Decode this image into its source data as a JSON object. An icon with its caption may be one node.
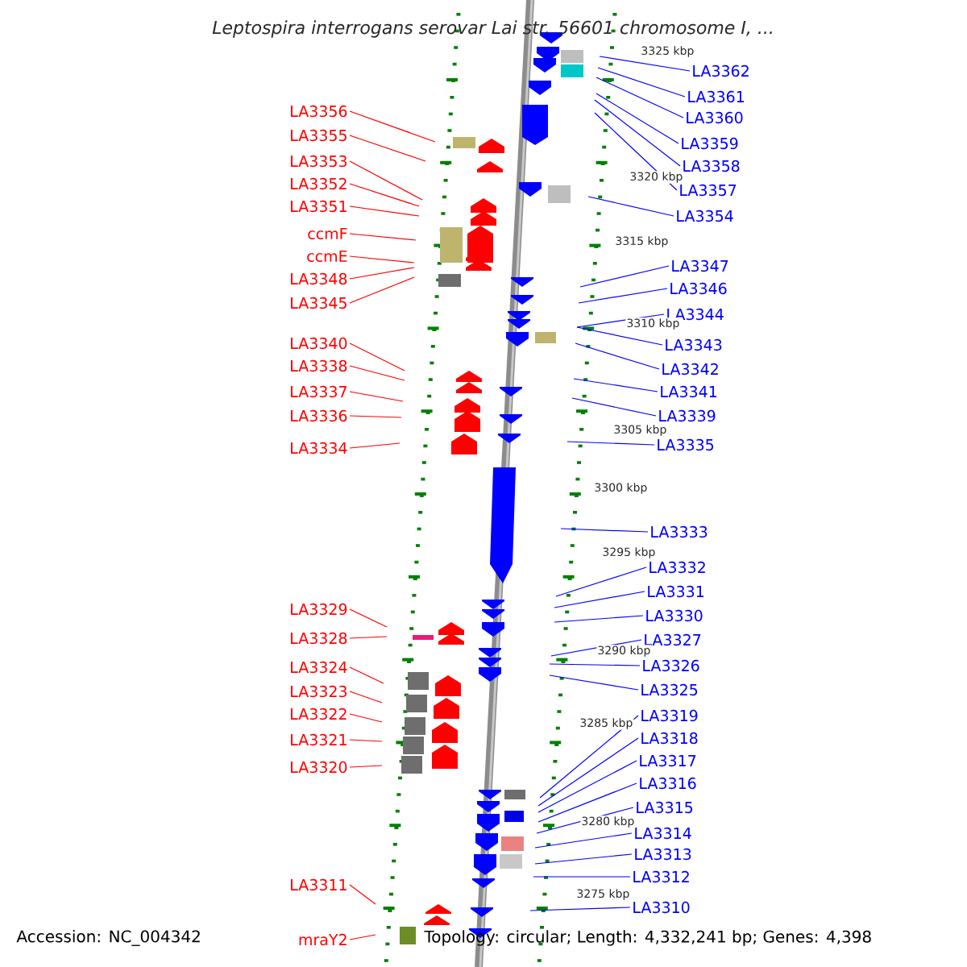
{
  "diagram": {
    "title": "Leptospira interrogans serovar Lai str. 56601 chromosome I, ...",
    "nodes": [
      {
        "text": [
          "LA3356"
        ]
      },
      {
        "text": [
          "LA3355"
        ]
      },
      {
        "text": [
          "LA3353"
        ]
      },
      {
        "text": [
          "LA3352"
        ]
      },
      {
        "text": [
          "LA3351"
        ]
      },
      {
        "text": [
          "ccmF"
        ]
      },
      {
        "text": [
          "ccmE"
        ]
      },
      {
        "text": [
          "LA3348"
        ]
      },
      {
        "text": [
          "LA3345"
        ]
      },
      {
        "text": [
          "LA3340"
        ]
      },
      {
        "text": [
          "LA3338"
        ]
      },
      {
        "text": [
          "LA3337"
        ]
      },
      {
        "text": [
          "LA3336"
        ]
      },
      {
        "text": [
          "LA3334"
        ]
      },
      {
        "text": [
          "LA3329"
        ]
      },
      {
        "text": [
          "LA3328"
        ]
      },
      {
        "text": [
          "LA3324"
        ]
      },
      {
        "text": [
          "LA3323"
        ]
      },
      {
        "text": [
          "LA3322"
        ]
      },
      {
        "text": [
          "LA3321"
        ]
      },
      {
        "text": [
          "LA3320"
        ]
      },
      {
        "text": [
          "LA3311"
        ]
      },
      {
        "text": [
          "mraY2"
        ]
      },
      {
        "text": [
          "LA3362"
        ]
      },
      {
        "text": [
          "LA3361"
        ]
      },
      {
        "text": [
          "LA3360"
        ]
      },
      {
        "text": [
          "LA3359"
        ]
      },
      {
        "text": [
          "LA3358"
        ]
      },
      {
        "text": [
          "LA3357"
        ]
      },
      {
        "text": [
          "LA3354"
        ]
      },
      {
        "text": [
          "LA3347"
        ]
      },
      {
        "text": [
          "LA3346"
        ]
      },
      {
        "text": [
          "LA3344"
        ]
      },
      {
        "text": [
          "LA3343"
        ]
      },
      {
        "text": [
          "LA3342"
        ]
      },
      {
        "text": [
          "LA3341"
        ]
      },
      {
        "text": [
          "LA3339"
        ]
      },
      {
        "text": [
          "LA3335"
        ]
      },
      {
        "text": [
          "LA3333"
        ]
      },
      {
        "text": [
          "LA3332"
        ]
      },
      {
        "text": [
          "LA3331"
        ]
      },
      {
        "text": [
          "LA3330"
        ]
      },
      {
        "text": [
          "LA3327"
        ]
      },
      {
        "text": [
          "LA3326"
        ]
      },
      {
        "text": [
          "LA3325"
        ]
      },
      {
        "text": [
          "LA3319"
        ]
      },
      {
        "text": [
          "LA3318"
        ]
      },
      {
        "text": [
          "LA3317"
        ]
      },
      {
        "text": [
          "LA3316"
        ]
      },
      {
        "text": [
          "LA3315"
        ]
      },
      {
        "text": [
          "LA3314"
        ]
      },
      {
        "text": [
          "LA3313"
        ]
      },
      {
        "text": [
          "LA3312"
        ]
      },
      {
        "text": [
          "LA3310"
        ]
      }
    ],
    "edges": [
      {
        "from": 0,
        "to": null,
        "arrow": "none",
        "color": "#ff0000"
      },
      {
        "from": 1,
        "to": null,
        "arrow": "none",
        "color": "#ff0000"
      },
      {
        "from": 2,
        "to": null,
        "arrow": "none",
        "color": "#ff0000"
      },
      {
        "from": 3,
        "to": null,
        "arrow": "none",
        "color": "#ff0000"
      },
      {
        "from": 4,
        "to": null,
        "arrow": "none",
        "color": "#ff0000"
      },
      {
        "from": 5,
        "to": null,
        "arrow": "none",
        "color": "#ff0000"
      },
      {
        "from": 6,
        "to": null,
        "arrow": "none",
        "color": "#ff0000"
      },
      {
        "from": 7,
        "to": null,
        "arrow": "none",
        "color": "#ff0000"
      },
      {
        "from": 8,
        "to": null,
        "arrow": "none",
        "color": "#ff0000"
      },
      {
        "from": 9,
        "to": null,
        "arrow": "none",
        "color": "#ff0000"
      },
      {
        "from": 10,
        "to": null,
        "arrow": "none",
        "color": "#ff0000"
      },
      {
        "from": 11,
        "to": null,
        "arrow": "none",
        "color": "#ff0000"
      },
      {
        "from": 12,
        "to": null,
        "arrow": "none",
        "color": "#ff0000"
      },
      {
        "from": 13,
        "to": null,
        "arrow": "none",
        "color": "#ff0000"
      },
      {
        "from": 14,
        "to": null,
        "arrow": "none",
        "color": "#ff0000"
      },
      {
        "from": 15,
        "to": null,
        "arrow": "none",
        "color": "#ff0000"
      },
      {
        "from": 16,
        "to": null,
        "arrow": "none",
        "color": "#ff0000"
      },
      {
        "from": 17,
        "to": null,
        "arrow": "none",
        "color": "#ff0000"
      },
      {
        "from": 18,
        "to": null,
        "arrow": "none",
        "color": "#ff0000"
      },
      {
        "from": 19,
        "to": null,
        "arrow": "none",
        "color": "#ff0000"
      },
      {
        "from": 20,
        "to": null,
        "arrow": "none",
        "color": "#ff0000"
      },
      {
        "from": 21,
        "to": null,
        "arrow": "none",
        "color": "#ff0000"
      },
      {
        "from": 22,
        "to": null,
        "arrow": "none",
        "color": "#ff0000"
      },
      {
        "from": 23,
        "to": null,
        "arrow": "none"
      },
      {
        "from": 24,
        "to": null,
        "arrow": "none"
      },
      {
        "from": 25,
        "to": null,
        "arrow": "none"
      },
      {
        "from": 26,
        "to": null,
        "arrow": "none"
      },
      {
        "from": 27,
        "to": null,
        "arrow": "none"
      },
      {
        "from": 28,
        "to": null,
        "arrow": "none"
      },
      {
        "from": 29,
        "to": null,
        "arrow": "none"
      },
      {
        "from": 30,
        "to": null,
        "arrow": "none"
      },
      {
        "from": 31,
        "to": null,
        "arrow": "none"
      },
      {
        "from": 32,
        "to": null,
        "arrow": "none"
      },
      {
        "from": 33,
        "to": null,
        "arrow": "none"
      },
      {
        "from": 34,
        "to": null,
        "arrow": "none"
      },
      {
        "from": 35,
        "to": null,
        "arrow": "none"
      },
      {
        "from": 36,
        "to": null,
        "arrow": "none"
      },
      {
        "from": 37,
        "to": null,
        "arrow": "none"
      },
      {
        "from": 38,
        "to": null,
        "arrow": "none"
      },
      {
        "from": 39,
        "to": null,
        "arrow": "none"
      },
      {
        "from": 40,
        "to": null,
        "arrow": "none"
      },
      {
        "from": 41,
        "to": null,
        "arrow": "none"
      },
      {
        "from": 42,
        "to": null,
        "arrow": "none"
      },
      {
        "from": 43,
        "to": null,
        "arrow": "none"
      },
      {
        "from": 44,
        "to": null,
        "arrow": "none"
      },
      {
        "from": 45,
        "to": null,
        "arrow": "none"
      },
      {
        "from": 46,
        "to": null,
        "arrow": "none"
      },
      {
        "from": 47,
        "to": null,
        "arrow": "none"
      },
      {
        "from": 48,
        "to": null,
        "arrow": "none"
      },
      {
        "from": 49,
        "to": null,
        "arrow": "none"
      },
      {
        "from": 50,
        "to": null,
        "arrow": "none"
      },
      {
        "from": 51,
        "to": null,
        "arrow": "none"
      },
      {
        "from": 52,
        "to": null,
        "arrow": "none"
      },
      {
        "from": 53,
        "to": null,
        "arrow": "none"
      }
    ],
    "labels": [
      "3325 kbp",
      "3320 kbp",
      "3315 kbp",
      "3310 kbp",
      "3305 kbp",
      "3300 kbp",
      "3295 kbp",
      "3290 kbp",
      "3285 kbp",
      "3280 kbp",
      "3275 kbp",
      "Accession: NC_004342",
      "Topology: circular; Length: 4,332,241 bp; Genes: 4,398"
    ]
  }
}
